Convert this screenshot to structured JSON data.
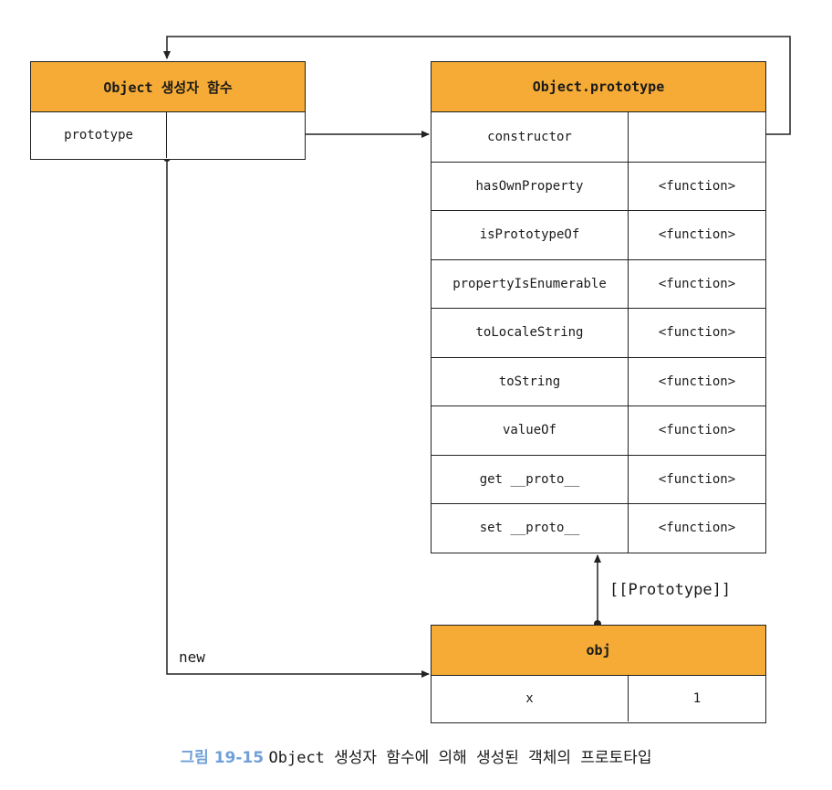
{
  "constructor_box": {
    "title": "Object 생성자 함수",
    "key": "prototype"
  },
  "prototype_box": {
    "title": "Object.prototype",
    "rows": [
      {
        "key": "constructor",
        "value": ""
      },
      {
        "key": "hasOwnProperty",
        "value": "<function>"
      },
      {
        "key": "isPrototypeOf",
        "value": "<function>"
      },
      {
        "key": "propertyIsEnumerable",
        "value": "<function>"
      },
      {
        "key": "toLocaleString",
        "value": "<function>"
      },
      {
        "key": "toString",
        "value": "<function>"
      },
      {
        "key": "valueOf",
        "value": "<function>"
      },
      {
        "key": "get __proto__",
        "value": "<function>"
      },
      {
        "key": "set __proto__",
        "value": "<function>"
      }
    ]
  },
  "obj_box": {
    "title": "obj",
    "key": "x",
    "value": "1"
  },
  "edges": {
    "prototype_link": "[[Prototype]]",
    "new_label": "new"
  },
  "caption": {
    "figure": "그림 19-15",
    "text": "Object 생성자 함수에 의해 생성된 객체의 프로토타입"
  },
  "colors": {
    "header": "#f5ab35",
    "figure_label": "#6fa0d8"
  }
}
